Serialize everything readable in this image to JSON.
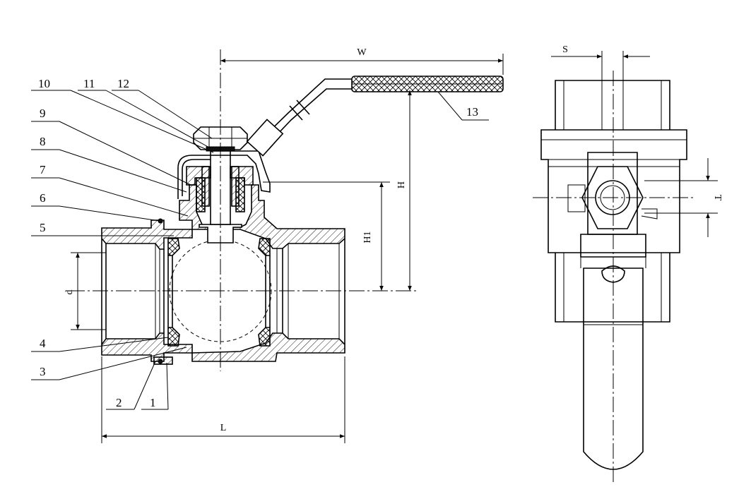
{
  "part_labels": [
    "1",
    "2",
    "3",
    "4",
    "5",
    "6",
    "7",
    "8",
    "9",
    "10",
    "11",
    "12",
    "13"
  ],
  "dimensions": {
    "W": "W",
    "H": "H",
    "H1": "H1",
    "L": "L",
    "d": "d",
    "S": "S",
    "T": "T"
  }
}
